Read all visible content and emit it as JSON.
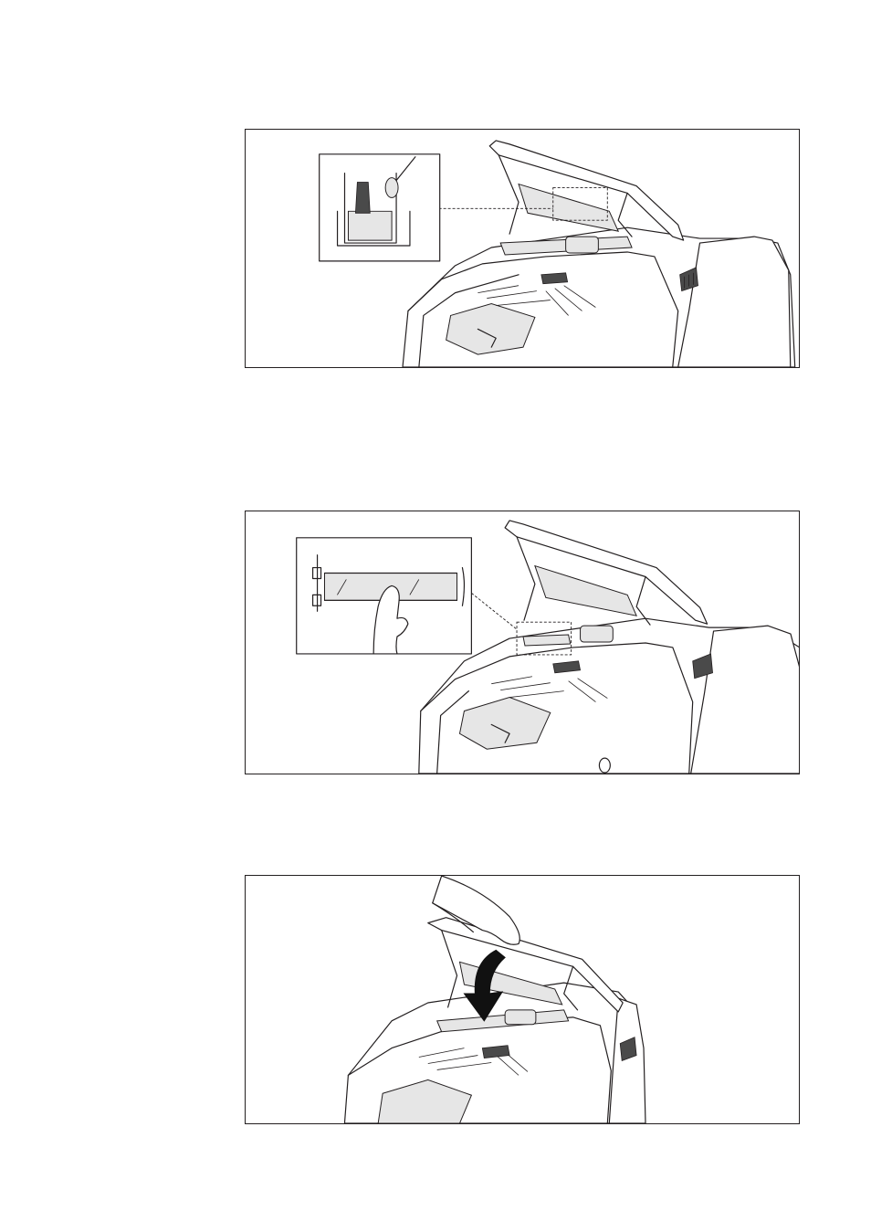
{
  "page": {
    "figures": [
      {
        "id": "fig1",
        "depicts": "scanner-cover-open-cleaning-rollers"
      },
      {
        "id": "fig2",
        "depicts": "wiping-scanner-glass"
      },
      {
        "id": "fig3",
        "depicts": "closing-scanner-cover"
      }
    ]
  },
  "colors": {
    "line": "#231f20",
    "shade": "#e6e6e6",
    "background": "#ffffff"
  },
  "icons": [
    "cotton-swab-icon",
    "hand-icon",
    "arrow-down-icon"
  ]
}
